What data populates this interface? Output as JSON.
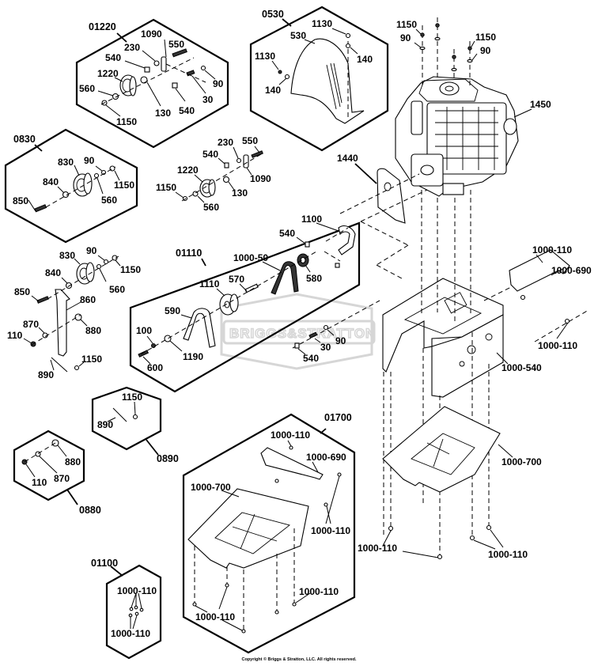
{
  "diagram": {
    "title": "Briggs & Stratton parts diagram — engine, frame and belt drive",
    "watermark": "BRIGGS&STRATTON",
    "copyright": "Copyright © Briggs & Stratton, LLC. All rights reserved.",
    "groups": [
      {
        "id": "01220",
        "items": [
          "1090",
          "230",
          "550",
          "540",
          "1220",
          "560",
          "130",
          "540",
          "30",
          "90",
          "1150"
        ]
      },
      {
        "id": "0530",
        "items": [
          "530",
          "1130",
          "140",
          "1130",
          "140"
        ]
      },
      {
        "id": "0830",
        "items": [
          "830",
          "90",
          "840",
          "1150",
          "560",
          "850"
        ]
      },
      {
        "id": "01110",
        "items": [
          "1100",
          "540",
          "1000-50",
          "580",
          "1110",
          "570",
          "590",
          "100",
          "1190",
          "600"
        ]
      },
      {
        "id": "0890",
        "items": [
          "1150",
          "890"
        ]
      },
      {
        "id": "0880",
        "items": [
          "880",
          "110",
          "870"
        ]
      },
      {
        "id": "01700",
        "items": [
          "1000-110",
          "1000-690",
          "1000-700",
          "1000-110",
          "1000-110",
          "1000-110"
        ]
      },
      {
        "id": "01100",
        "items": [
          "1000-110",
          "1000-110"
        ]
      }
    ],
    "labels": {
      "g01220": "01220",
      "g01220_1090": "1090",
      "g01220_230": "230",
      "g01220_550": "550",
      "g01220_540a": "540",
      "g01220_1220": "1220",
      "g01220_560": "560",
      "g01220_130": "130",
      "g01220_540b": "540",
      "g01220_30": "30",
      "g01220_90": "90",
      "g01220_1150": "1150",
      "g0530": "0530",
      "g0530_1130a": "1130",
      "g0530_530": "530",
      "g0530_140a": "140",
      "g0530_1130b": "1130",
      "g0530_140b": "140",
      "eng_1150a": "1150",
      "eng_90a": "90",
      "eng_1150b": "1150",
      "eng_90b": "90",
      "eng_1450": "1450",
      "g0830": "0830",
      "g0830_830": "830",
      "g0830_90": "90",
      "g0830_840": "840",
      "g0830_1150": "1150",
      "g0830_560": "560",
      "g0830_850": "850",
      "m_230": "230",
      "m_550": "550",
      "m_540": "540",
      "m_1220": "1220",
      "m_1090": "1090",
      "m_1150": "1150",
      "m_130": "130",
      "m_560": "560",
      "p_1440": "1440",
      "l_830": "830",
      "l_90": "90",
      "l_1150": "1150",
      "l_840": "840",
      "l_560": "560",
      "l_850": "850",
      "l_860": "860",
      "l_870": "870",
      "l_880": "880",
      "l_110": "110",
      "l_1150b": "1150",
      "l_890": "890",
      "g01110": "01110",
      "g01110_1100": "1100",
      "g01110_540": "540",
      "g01110_100050": "1000-50",
      "g01110_580": "580",
      "g01110_1110": "1110",
      "g01110_570": "570",
      "g01110_590": "590",
      "g01110_100": "100",
      "g01110_1190": "1190",
      "g01110_600": "600",
      "m_90b": "90",
      "m_30b": "30",
      "m_540b": "540",
      "f_1000_110a": "1000-110",
      "f_1000_690": "1000-690",
      "f_1000_110b": "1000-110",
      "f_1000_540": "1000-540",
      "f_1000_700": "1000-700",
      "f_1000_110c": "1000-110",
      "f_1000_110d": "1000-110",
      "g0890": "0890",
      "g0890_1150": "1150",
      "g0890_890": "890",
      "g0880": "0880",
      "g0880_880": "880",
      "g0880_870": "870",
      "g0880_110": "110",
      "g01700": "01700",
      "g01700_1000_110a": "1000-110",
      "g01700_1000_690": "1000-690",
      "g01700_1000_700": "1000-700",
      "g01700_1000_110b": "1000-110",
      "g01700_1000_110c": "1000-110",
      "g01700_1000_110d": "1000-110",
      "g01100": "01100",
      "g01100_1000_110a": "1000-110",
      "g01100_1000_110b": "1000-110"
    }
  }
}
